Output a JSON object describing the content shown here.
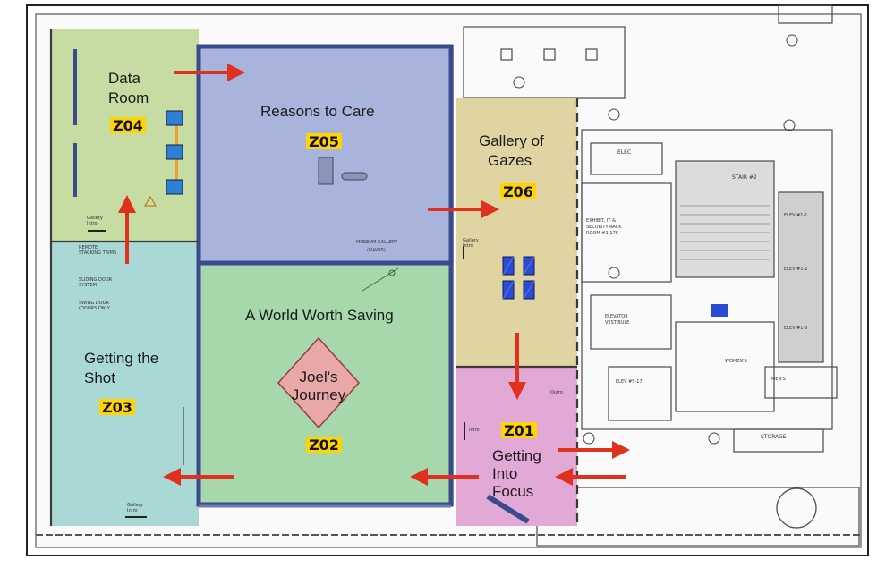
{
  "zones": [
    {
      "id": "Z04",
      "title": [
        "Data",
        "Room"
      ],
      "color": "#c7dca3"
    },
    {
      "id": "Z05",
      "title": [
        "Reasons to Care"
      ],
      "color": "#a9b4dc"
    },
    {
      "id": "Z06",
      "title": [
        "Gallery of",
        "Gazes"
      ],
      "color": "#dfd4a2"
    },
    {
      "id": "Z03",
      "title": [
        "Getting the",
        "Shot"
      ],
      "color": "#a9d8d6"
    },
    {
      "id": "Z02",
      "title": [
        "A World Worth Saving"
      ],
      "color": "#a6d8ac"
    },
    {
      "id": "Z01",
      "title": [
        "Getting",
        "Into",
        "Focus"
      ],
      "color": "#e2a8d6"
    }
  ],
  "journey": {
    "label": [
      "Joel's",
      "Journey"
    ],
    "color": "#e8a8a8"
  },
  "plan_labels": {
    "gallery_intro_z04": [
      "Gallery",
      "Intro"
    ],
    "gallery_intro_z06": [
      "Gallery",
      "Intro"
    ],
    "gallery_intro_z03": [
      "Gallery",
      "Intro"
    ],
    "intro_z01": "Intro",
    "outro_z01": "Outro",
    "museum_gallery": [
      "MUSEUM GALLERY",
      "(SILVER)"
    ],
    "remote_stacking": [
      "REMOTE",
      "STACKING TRIMS"
    ],
    "sliding_door": [
      "SLIDING DOOR",
      "SYSTEM"
    ],
    "swing_door": [
      "SWING DOOR",
      "(DOORS ONLY"
    ],
    "elec": "ELEC",
    "exhibit_it": [
      "EXHIBIT, IT &",
      "SECURITY RACK",
      "ROOM #1-175"
    ],
    "elevator_vestibule": [
      "ELEVATOR",
      "VESTIBULE"
    ],
    "stair": "STAIR #2",
    "elev_a": "ELEV #1-1",
    "elev_b": "ELEV #1-2",
    "elev_c": "ELEV #1-3",
    "elev_d": "ELEV #5-17",
    "womens": "WOMEN'S",
    "mens": "MEN'S",
    "storage": "STORAGE"
  },
  "colors": {
    "arrow": "#e0301e",
    "code_bg": "#ffd400",
    "wall": "#3a3a3a",
    "partition": "#3b4a8c"
  }
}
